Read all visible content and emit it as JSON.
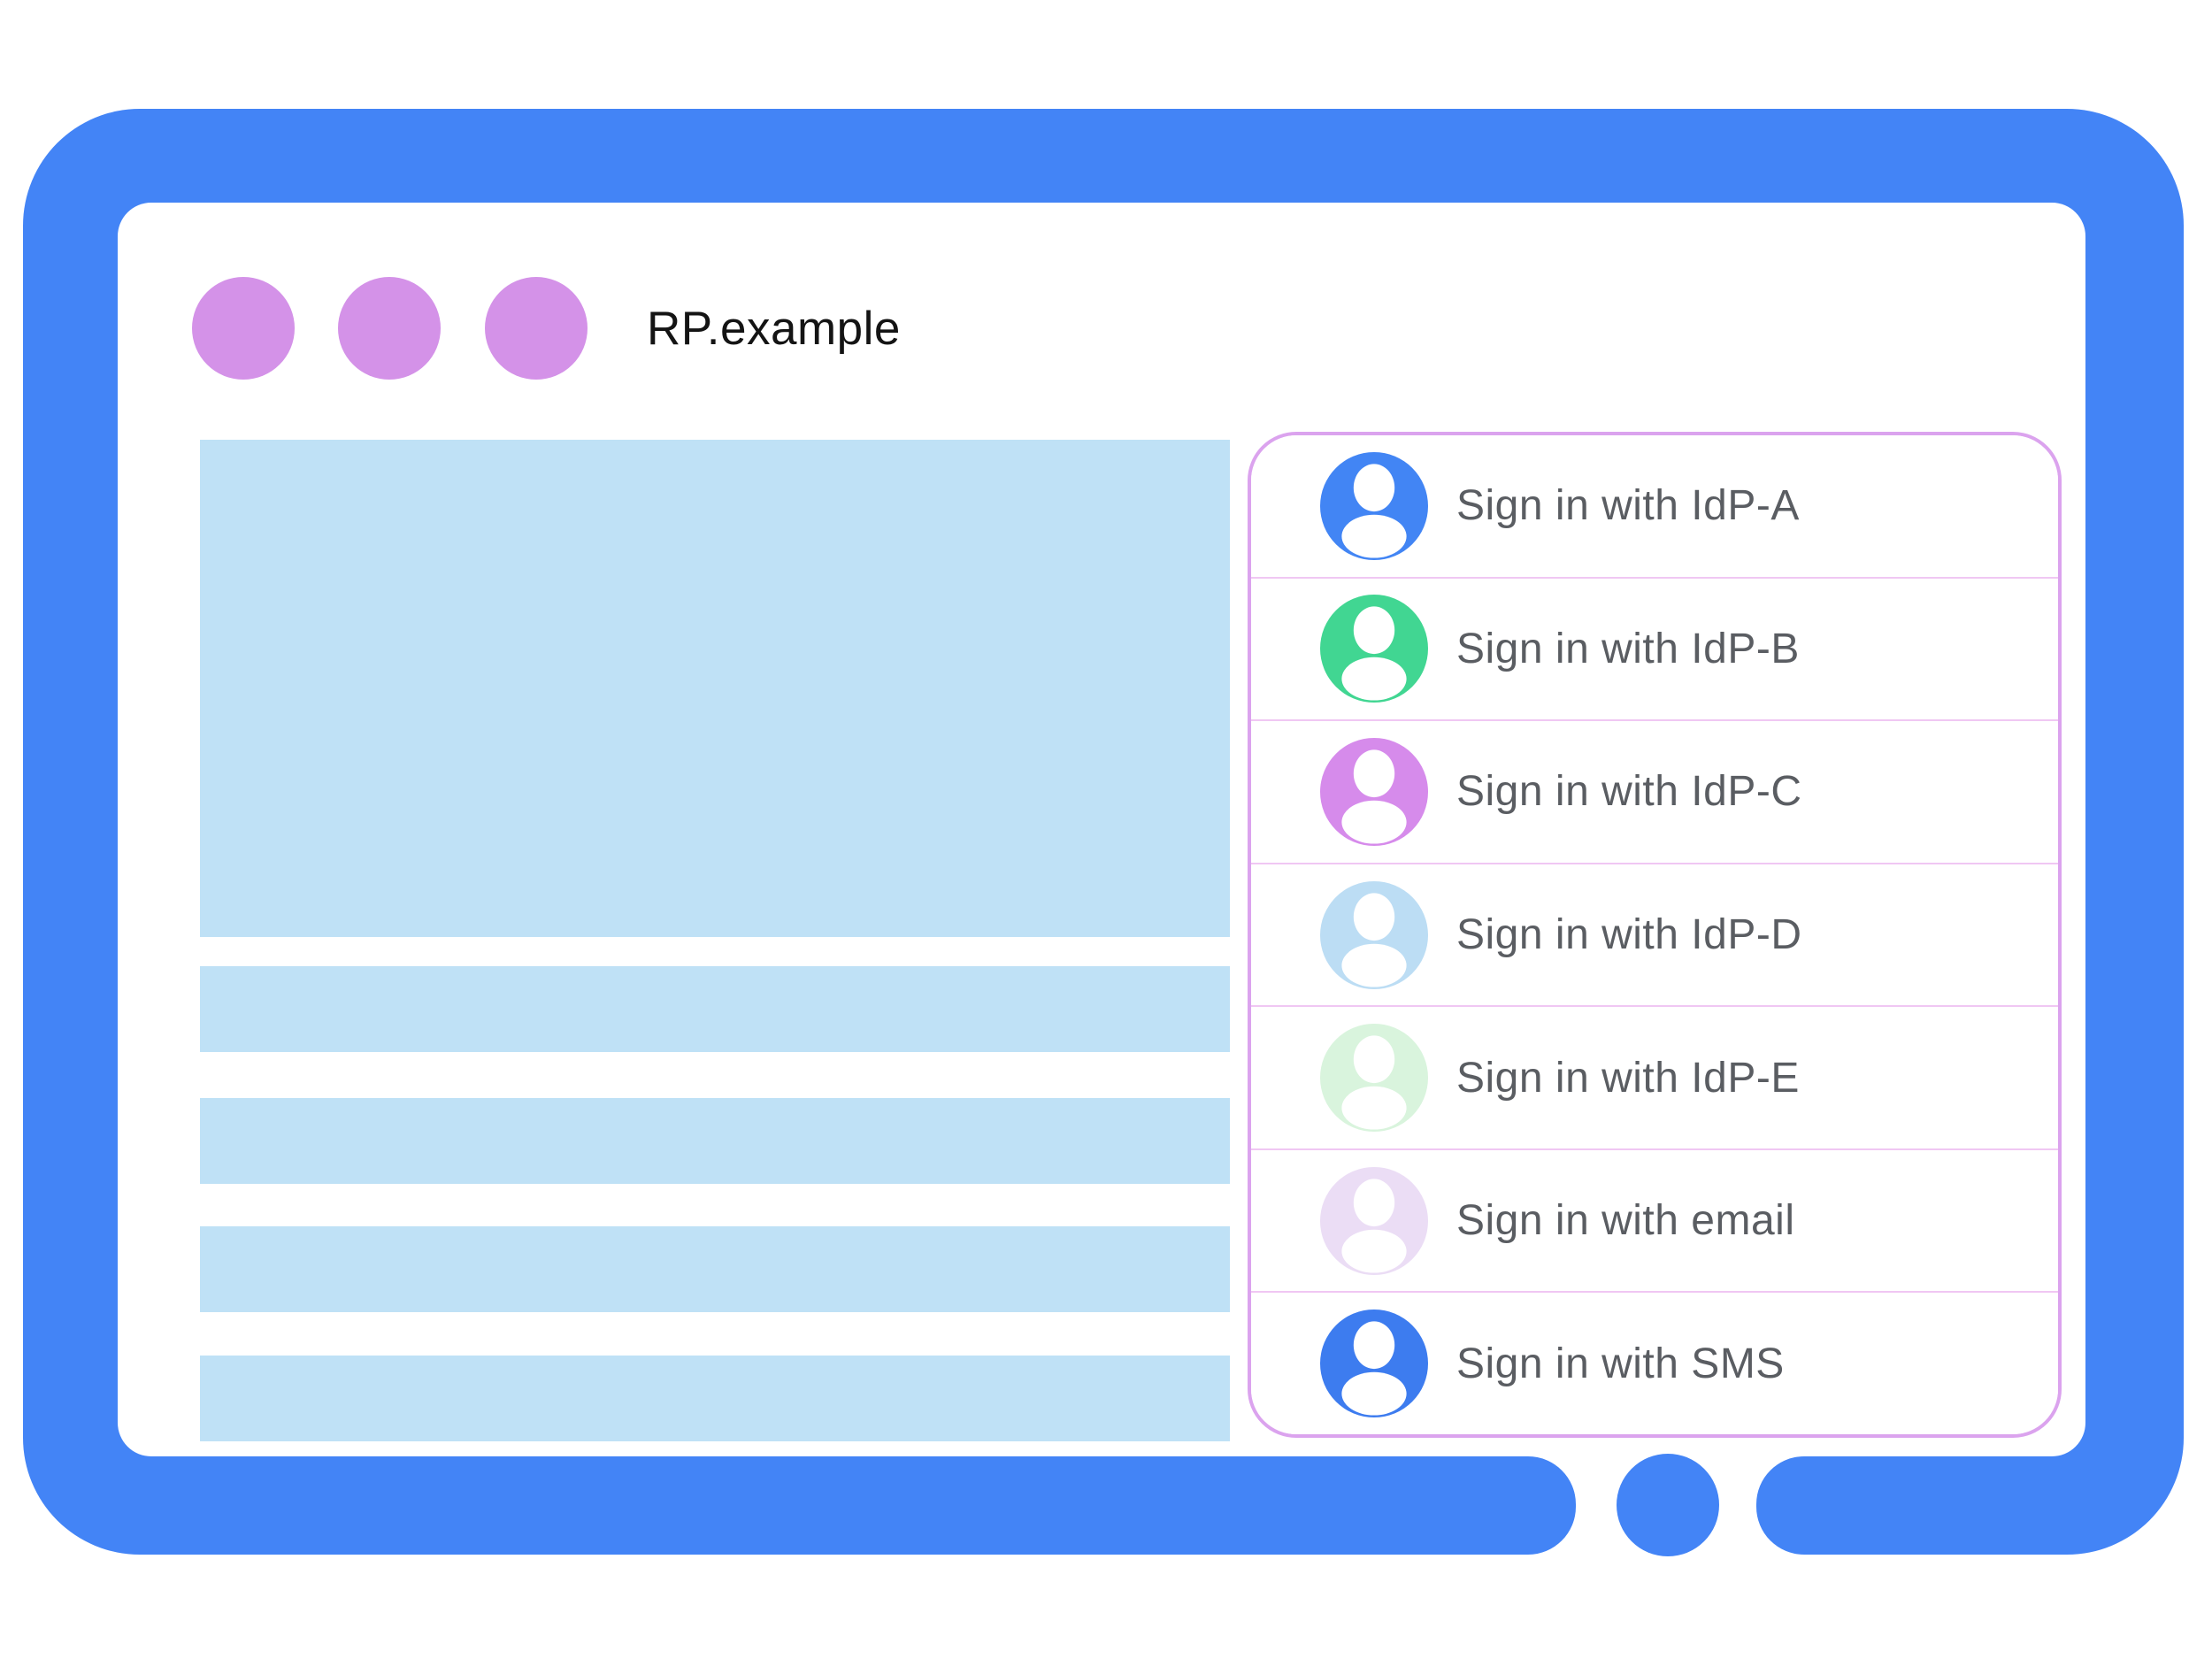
{
  "window": {
    "title": "RP.example",
    "window_dots_count": 3
  },
  "colors": {
    "frame_blue": "#4384F6",
    "dot_purple": "#D492E8",
    "placeholder_blue": "#BFE1F6",
    "panel_border": "#DBA3EE",
    "row_divider": "#F0C7F3",
    "label_gray": "#5A5D62",
    "title_black": "#141414"
  },
  "content": {
    "placeholder_bars": 4
  },
  "signin_panel": {
    "options": [
      {
        "label": "Sign in with IdP-A",
        "avatar_icon": "person-avatar-icon",
        "avatar_color": "#4285F4"
      },
      {
        "label": "Sign in with IdP-B",
        "avatar_icon": "person-avatar-icon",
        "avatar_color": "#41D692"
      },
      {
        "label": "Sign in with IdP-C",
        "avatar_icon": "person-avatar-icon",
        "avatar_color": "#D68BEB"
      },
      {
        "label": "Sign in with IdP-D",
        "avatar_icon": "person-avatar-icon",
        "avatar_color": "#BCDDF4"
      },
      {
        "label": "Sign in with IdP-E",
        "avatar_icon": "person-avatar-icon",
        "avatar_color": "#D9F4DD"
      },
      {
        "label": "Sign in with email",
        "avatar_icon": "person-avatar-icon",
        "avatar_color": "#EBDDF5"
      },
      {
        "label": "Sign in with SMS",
        "avatar_icon": "person-avatar-icon",
        "avatar_color": "#3D7CEF"
      }
    ]
  }
}
